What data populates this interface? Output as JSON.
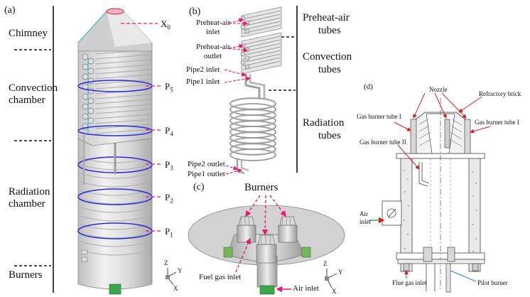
{
  "panels": {
    "a": "(a)",
    "b": "(b)",
    "c": "(c)",
    "d": "(d)"
  },
  "panel_a": {
    "sections": [
      "Chimney",
      "Convection",
      "chamber",
      "Radiation",
      "chamber",
      "Burners"
    ],
    "points": [
      "X",
      "0",
      "P",
      "5",
      "P",
      "4",
      "P",
      "3",
      "P",
      "2",
      "P",
      "1"
    ]
  },
  "panel_b": {
    "left_labels": [
      "Preheat-air",
      "inlet",
      "Preheat-air",
      "outlet",
      "Pipe2 inlet",
      "Pipe1 inlet",
      "Pipe2 outlet",
      "Pipe1 outlet"
    ],
    "right_labels": [
      "Preheat-air",
      "tubes",
      "Convection",
      "tubes",
      "Radiation",
      "tubes"
    ]
  },
  "panel_c": {
    "burners": "Burners",
    "fuel_gas_inlet": "Fuel gas inlet",
    "air_inlet": "Air inlet"
  },
  "panel_d": {
    "nozzle": "Nozzle",
    "refractory_brick": "Refractory brick",
    "gas_burner_tube_1_left": "Gas burner tube I",
    "gas_burner_tube_1_right": "Gas burner tube I",
    "gas_burner_tube_2": "Gas burner tube II",
    "air_inlet": [
      "Air",
      "inlet"
    ],
    "flue_gas_inlet": "Flue gas inlet",
    "pilot_burner": "Pilot burner"
  },
  "axis_labels": {
    "z": "Z",
    "y": "Y",
    "x": "X"
  },
  "colors": {
    "marker": "#e8196e",
    "ring": "#2a2ad8",
    "green": "#3aa84a",
    "red": "#d42020",
    "blue": "#2f86c9"
  }
}
